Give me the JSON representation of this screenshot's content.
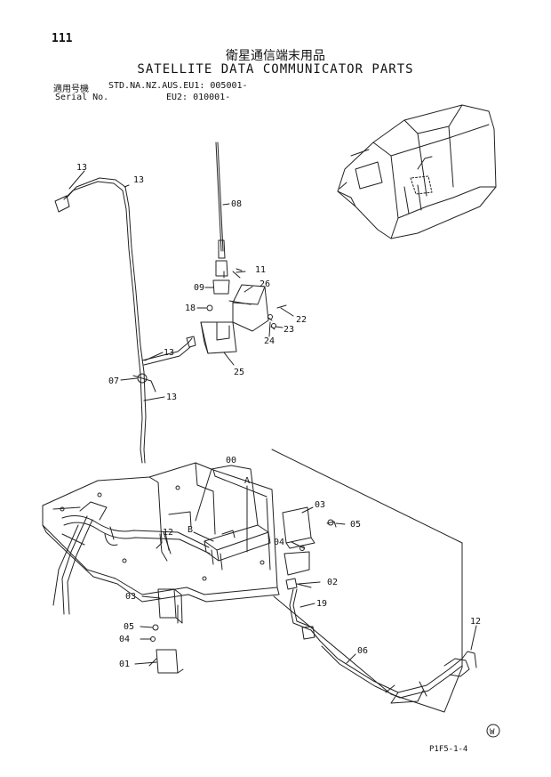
{
  "header": {
    "page_number": "111",
    "title_jp": "衛星通信端末用品",
    "title_en": "SATELLITE DATA COMMUNICATOR PARTS",
    "model_label": "適用号機",
    "model_codes": "STD.NA.NZ.AUS.EU1: 005001-",
    "serial_label": "Serial No.",
    "serial_codes": "EU2: 010001-"
  },
  "labels": {
    "p13a": "13",
    "p13b": "13",
    "p13c": "13",
    "p13d": "13",
    "p08": "08",
    "p11": "11",
    "p09": "09",
    "p26": "26",
    "p18": "18",
    "p22": "22",
    "p23": "23",
    "p24": "24",
    "p25": "25",
    "p07": "07",
    "p00": "00",
    "pA": "A",
    "pB": "B",
    "p12a": "12",
    "p03a": "03",
    "p05a": "05",
    "p04a": "04",
    "p02": "02",
    "p19": "19",
    "p03b": "03",
    "p05b": "05",
    "p04b": "04",
    "p01": "01",
    "p06": "06",
    "p12b": "12"
  },
  "footer": {
    "figure_code": "P1F5-1-4",
    "mark": "W"
  }
}
